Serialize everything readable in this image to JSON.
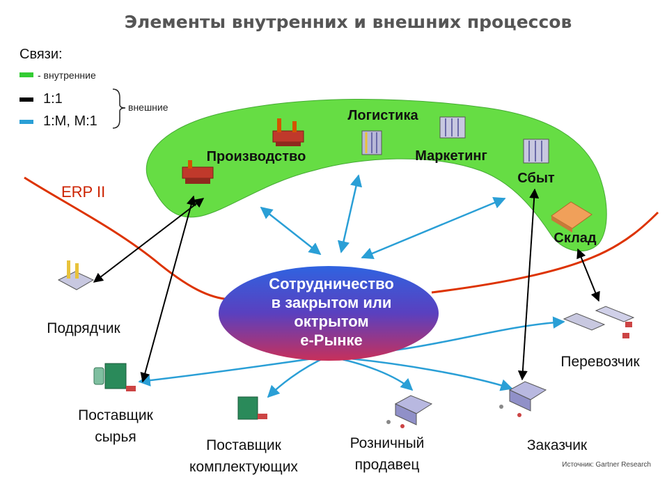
{
  "title": "Элементы внутренних и внешних процессов",
  "legend": {
    "heading": "Связи:",
    "items": [
      {
        "label": "- внутренние",
        "color": "#33cc33"
      },
      {
        "label": "1:1",
        "color": "#000000"
      },
      {
        "label": "1:M, M:1",
        "color": "#2a9fd6"
      }
    ],
    "external_label": "внешние"
  },
  "erp_label": "ERP II",
  "center": {
    "lines": [
      "Сотрудничество",
      "в закрытом или",
      "октрытом",
      "е-Рынке"
    ]
  },
  "internal_nodes": {
    "production": "Производство",
    "logistics": "Логистика",
    "marketing": "Маркетинг",
    "sales": "Сбыт",
    "warehouse": "Склад"
  },
  "external_nodes": {
    "contractor": "Подрядчик",
    "supplier_raw": [
      "Поставщик",
      "сырья"
    ],
    "supplier_parts": [
      "Поставщик",
      "комплектующих"
    ],
    "retailer": [
      "Розничный",
      "продавец"
    ],
    "customer": "Заказчик",
    "carrier": "Перевозчик"
  },
  "source": "Источник: Gartner Research",
  "colors": {
    "internal_zone": "#66dd44",
    "one_to_one": "#000000",
    "one_to_many": "#2a9fd6",
    "erp_line": "#dd3300"
  }
}
